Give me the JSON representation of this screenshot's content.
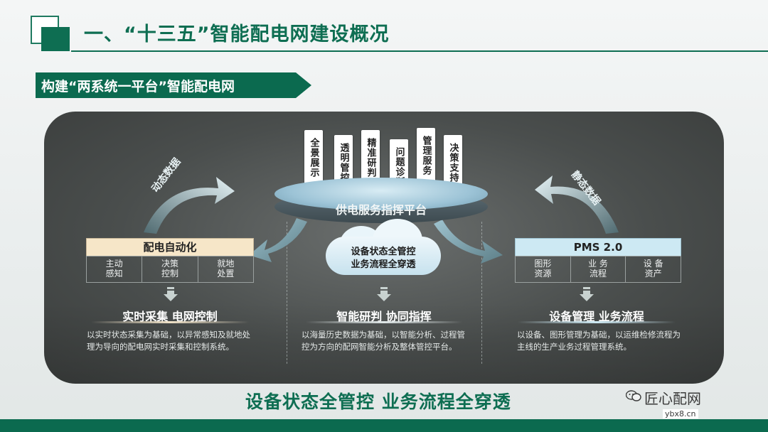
{
  "header": {
    "title": "一、“十三五”智能配电网建设概况",
    "subtitle": "构建“两系统一平台”智能配电网"
  },
  "top_modules": [
    "全景展示",
    "透明管控",
    "精准研判",
    "问题诊断",
    "管理服务",
    "决策支持"
  ],
  "platform": {
    "label": "供电服务指挥平台"
  },
  "left_flow_label": "动态数据",
  "right_flow_label": "静态数据",
  "cloud": {
    "line1": "设备状态全管控",
    "line2": "业务流程全穿透"
  },
  "left_system": {
    "title": "配电自动化",
    "cells": [
      {
        "l1": "主动",
        "l2": "感知"
      },
      {
        "l1": "决策",
        "l2": "控制"
      },
      {
        "l1": "就地",
        "l2": "处置"
      }
    ],
    "section_title": "实时采集  电网控制",
    "description": "以实时状态采集为基础，以异常感知及就地处理为导向的配电网实时采集和控制系统。"
  },
  "center": {
    "section_title": "智能研判  协同指挥",
    "description": "以海量历史数据为基础，以智能分析、过程管控为方向的配网智能分析及整体管控平台。"
  },
  "right_system": {
    "title": "PMS 2.0",
    "cells": [
      {
        "l1": "图形",
        "l2": "资源"
      },
      {
        "l1": "业 务",
        "l2": "流程"
      },
      {
        "l1": "设 备",
        "l2": "资产"
      }
    ],
    "section_title": "设备管理  业务流程",
    "description": "以设备、图形管理为基础，以运维检修流程为主线的生产业务过程管理系统。"
  },
  "footer": {
    "slogan": "设备状态全管控  业务流程全穿透",
    "watermark": "匠心配网",
    "url": "ybx8.cn"
  },
  "colors": {
    "brand_green": "#0e6e52",
    "left_head_bg": "#f6e6c8",
    "right_head_bg": "#cde9f3"
  }
}
